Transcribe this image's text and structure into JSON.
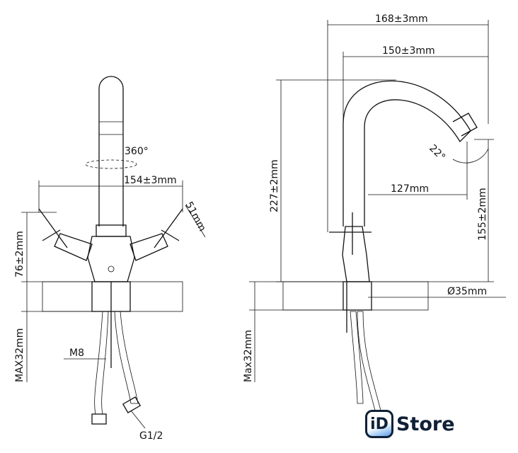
{
  "left_view": {
    "rotation": "360°",
    "width": "154±3mm",
    "handle": "51mm",
    "height": "76±2mm",
    "max_thickness": "MAX32mm",
    "stud": "M8",
    "thread": "G1/2"
  },
  "right_view": {
    "reach_outer": "168±3mm",
    "reach_inner": "150±3mm",
    "total_height": "227±2mm",
    "angle": "22°",
    "reach_spout": "127mm",
    "spout_height": "155±2mm",
    "diameter": "Ø35mm",
    "max_thickness": "Max32mm"
  },
  "logo": {
    "mark": "iD",
    "text": "Store"
  }
}
